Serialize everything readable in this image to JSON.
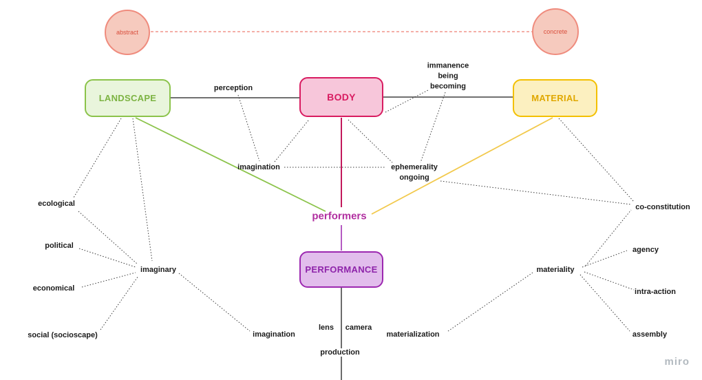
{
  "board": {
    "watermark": "miro"
  },
  "axis": {
    "left_pole": "abstract",
    "right_pole": "concrete"
  },
  "nodes": {
    "landscape": {
      "label": "LANDSCAPE"
    },
    "body": {
      "label": "BODY"
    },
    "material": {
      "label": "MATERIAL"
    },
    "performance": {
      "label": "PERFORMANCE"
    },
    "performers": {
      "label": "performers"
    }
  },
  "labels": {
    "perception": "perception",
    "immanence": "immanence",
    "being": "being",
    "becoming": "becoming",
    "imagination_mid": "imagination",
    "ephemerality": "ephemerality",
    "ongoing": "ongoing",
    "ecological": "ecological",
    "political": "political",
    "economical": "economical",
    "social": "social (socioscape)",
    "imaginary": "imaginary",
    "co_constitution": "co-constitution",
    "agency": "agency",
    "intra_action": "intra-action",
    "assembly": "assembly",
    "materiality": "materiality",
    "lens": "lens",
    "camera": "camera",
    "imagination_bottom": "imagination",
    "materialization": "materialization",
    "production": "production"
  },
  "colors": {
    "landscape_green": "#7cb342",
    "body_magenta": "#d81b60",
    "material_gold": "#e0a800",
    "performance_purple": "#9c27b0",
    "performers_magenta": "#b12fa0",
    "pole_salmon": "#ef8b7d",
    "connector_gray": "#5b5b5b",
    "dotted_black": "#3a3a3a"
  }
}
